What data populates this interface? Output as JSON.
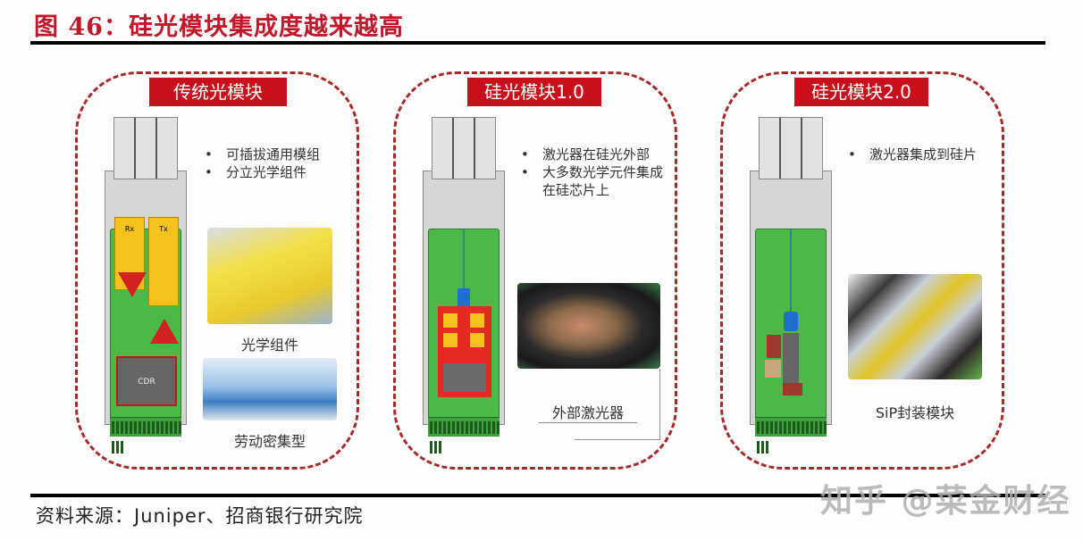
{
  "header": {
    "title": "图 46：硅光模块集成度越来越高"
  },
  "panels": [
    {
      "label": "传统光模块",
      "bullets": [
        "可插拔通用模组",
        "分立光学组件"
      ],
      "images": [
        {
          "caption": "光学组件",
          "colors": [
            "#f4e04a",
            "#8fb6e0"
          ]
        },
        {
          "caption": "劳动密集型",
          "colors": [
            "#b8d4ee",
            "#3e7cc0"
          ]
        }
      ],
      "module_labels": [
        "Rx",
        "Tx",
        "CDR"
      ]
    },
    {
      "label": "硅光模块1.0",
      "bullets": [
        "激光器在硅光外部",
        "大多数光学元件集成在硅芯片上"
      ],
      "images": [
        {
          "caption": "外部激光器",
          "colors": [
            "#2b2b2b",
            "#c98a68"
          ]
        }
      ]
    },
    {
      "label": "硅光模块2.0",
      "bullets": [
        "激光器集成到硅片"
      ],
      "images": [
        {
          "caption": "SiP封装模块",
          "colors": [
            "#c9cfd8",
            "#e1c423"
          ]
        }
      ]
    }
  ],
  "footer": {
    "source": "资料来源：Juniper、招商银行研究院",
    "watermark": "知乎 @菜金财经"
  },
  "colors": {
    "accent": "#c8101c",
    "title": "#c0182a",
    "dash": "#a52a2a"
  }
}
